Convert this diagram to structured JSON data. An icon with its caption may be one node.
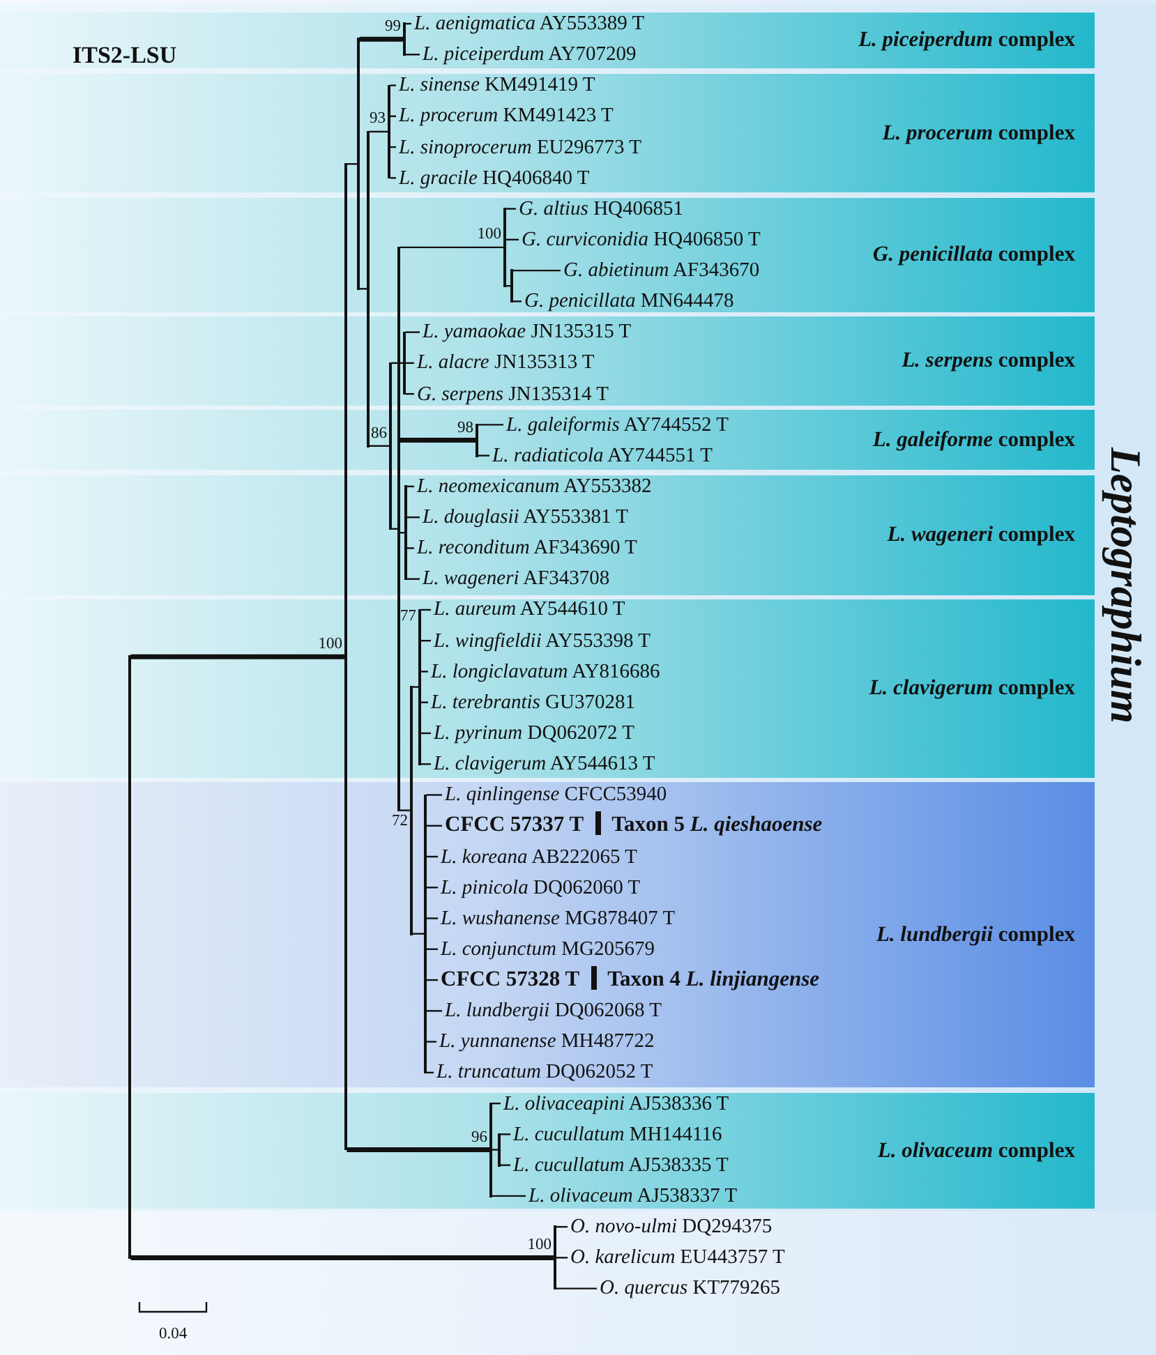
{
  "diagram": {
    "title": "ITS2-LSU",
    "nodes": [
      {
        "text": [
          "Leptographium"
        ]
      },
      {
        "text": [
          "*L. piceiperdum* complex"
        ],
        "in": 0
      },
      {
        "text": [
          "*L. aenigmatica* AY553389 T"
        ],
        "in": 1
      },
      {
        "text": [
          "*L. piceiperdum* AY707209"
        ],
        "in": 1
      },
      {
        "text": [
          "*L. procerum* complex"
        ],
        "in": 0
      },
      {
        "text": [
          "*L. sinense* KM491419 T"
        ],
        "in": 4
      },
      {
        "text": [
          "*L. procerum* KM491423 T"
        ],
        "in": 4
      },
      {
        "text": [
          "*L. sinoprocerum* EU296773 T"
        ],
        "in": 4
      },
      {
        "text": [
          "*L. gracile* HQ406840 T"
        ],
        "in": 4
      },
      {
        "text": [
          "*G. penicillata* complex"
        ],
        "in": 0
      },
      {
        "text": [
          "*G. altius* HQ406851"
        ],
        "in": 9
      },
      {
        "text": [
          "*G. curviconidia* HQ406850 T"
        ],
        "in": 9
      },
      {
        "text": [
          "*G. abietinum* AF343670"
        ],
        "in": 9
      },
      {
        "text": [
          "*G. penicillata* MN644478"
        ],
        "in": 9
      },
      {
        "text": [
          "*L. serpens* complex"
        ],
        "in": 0
      },
      {
        "text": [
          "*L. yamaokae* JN135315 T"
        ],
        "in": 14
      },
      {
        "text": [
          "*L. alacre* JN135313 T"
        ],
        "in": 14
      },
      {
        "text": [
          "*G. serpens* JN135314 T"
        ],
        "in": 14
      },
      {
        "text": [
          "*L. galeiforme* complex"
        ],
        "in": 0
      },
      {
        "text": [
          "*L. galeiformis* AY744552 T"
        ],
        "in": 18
      },
      {
        "text": [
          "*L. radiaticola* AY744551 T"
        ],
        "in": 18
      },
      {
        "text": [
          "*L. wageneri* complex"
        ],
        "in": 0
      },
      {
        "text": [
          "*L. neomexicanum* AY553382"
        ],
        "in": 21
      },
      {
        "text": [
          "*L. douglasii* AY553381 T"
        ],
        "in": 21
      },
      {
        "text": [
          "*L. reconditum* AF343690 T"
        ],
        "in": 21
      },
      {
        "text": [
          "*L. wageneri* AF343708"
        ],
        "in": 21
      },
      {
        "text": [
          "*L. clavigerum* complex"
        ],
        "in": 0
      },
      {
        "text": [
          "*L. aureum* AY544610 T"
        ],
        "in": 26
      },
      {
        "text": [
          "*L. wingfieldii* AY553398 T"
        ],
        "in": 26
      },
      {
        "text": [
          "*L. longiclavatum* AY816686"
        ],
        "in": 26
      },
      {
        "text": [
          "*L. terebrantis* GU370281"
        ],
        "in": 26
      },
      {
        "text": [
          "*L. pyrinum* DQ062072 T"
        ],
        "in": 26
      },
      {
        "text": [
          "*L. clavigerum* AY544613 T"
        ],
        "in": 26
      },
      {
        "text": [
          "*L. lundbergii* complex"
        ],
        "in": 0
      },
      {
        "text": [
          "*L. qinlingense* CFCC53940"
        ],
        "in": 33
      },
      {
        "text": [
          "CFCC 57337 T",
          "Taxon 5 *L. qieshaoense*"
        ],
        "in": 33
      },
      {
        "text": [
          "*L. koreana* AB222065 T"
        ],
        "in": 33
      },
      {
        "text": [
          "*L. pinicola* DQ062060 T"
        ],
        "in": 33
      },
      {
        "text": [
          "*L. wushanense* MG878407 T"
        ],
        "in": 33
      },
      {
        "text": [
          "*L. conjunctum* MG205679"
        ],
        "in": 33
      },
      {
        "text": [
          "CFCC 57328 T",
          "Taxon 4 *L. linjiangense*"
        ],
        "in": 33
      },
      {
        "text": [
          "*L. lundbergii* DQ062068 T"
        ],
        "in": 33
      },
      {
        "text": [
          "*L. yunnanense* MH487722"
        ],
        "in": 33
      },
      {
        "text": [
          "*L. truncatum* DQ062052 T"
        ],
        "in": 33
      },
      {
        "text": [
          "*L. olivaceum* complex"
        ],
        "in": 0
      },
      {
        "text": [
          "*L. olivaceapini* AJ538336 T"
        ],
        "in": 44
      },
      {
        "text": [
          "*L. cucullatum* MH144116"
        ],
        "in": 44
      },
      {
        "text": [
          "*L. cucullatum* AJ538335 T"
        ],
        "in": 44
      },
      {
        "text": [
          "*L. olivaceum* AJ538337 T"
        ],
        "in": 44
      },
      {
        "text": [
          "*O. novo-ulmi* DQ294375"
        ]
      },
      {
        "text": [
          "*O. karelicum* EU443757 T"
        ]
      },
      {
        "text": [
          "*O. quercus* KT779265"
        ]
      },
      {
        "text": [],
        "shape": "bar"
      },
      {
        "text": [],
        "shape": "bar",
        "in": 0
      },
      {
        "text": [],
        "shape": "bar",
        "in": 0
      },
      {
        "text": [],
        "shape": "bar",
        "in": 0
      },
      {
        "text": [],
        "shape": "bar",
        "in": 4
      },
      {
        "text": [],
        "shape": "bar",
        "in": 0
      },
      {
        "text": [],
        "shape": "bar",
        "in": 0
      },
      {
        "text": [],
        "shape": "bar",
        "in": 1
      },
      {
        "text": [],
        "shape": "bar",
        "in": 14
      },
      {
        "text": [],
        "shape": "bar",
        "in": 21
      },
      {
        "text": [],
        "shape": "bar",
        "in": 0
      },
      {
        "text": [],
        "shape": "bar",
        "in": 26
      },
      {
        "text": [],
        "shape": "bar",
        "in": 33
      },
      {
        "text": [],
        "shape": "bar",
        "in": 18
      },
      {
        "text": [],
        "shape": "bar",
        "in": 44
      },
      {
        "text": [],
        "shape": "bar",
        "in": 44
      },
      {
        "text": [],
        "shape": "bar",
        "in": 9
      },
      {
        "text": [],
        "shape": "bar",
        "in": 9
      },
      {
        "text": [],
        "shape": "bar"
      }
    ],
    "edges": [
      {
        "from": 52,
        "to": 53,
        "arrow": "none",
        "style": "thick"
      },
      {
        "from": 52,
        "to": 70,
        "arrow": "none",
        "style": "thick"
      },
      {
        "from": 53,
        "to": 54,
        "arrow": "none"
      },
      {
        "from": 53,
        "to": 66,
        "arrow": "none",
        "style": "thick"
      },
      {
        "from": 54,
        "to": 59,
        "arrow": "none",
        "style": "thick"
      },
      {
        "from": 54,
        "to": 55,
        "arrow": "none"
      },
      {
        "from": 55,
        "to": 56,
        "arrow": "none"
      },
      {
        "from": 55,
        "to": 57,
        "arrow": "none"
      },
      {
        "from": 56,
        "to": 5,
        "arrow": "none"
      },
      {
        "from": 56,
        "to": 6,
        "arrow": "none"
      },
      {
        "from": 56,
        "to": 7,
        "arrow": "none"
      },
      {
        "from": 56,
        "to": 8,
        "arrow": "none"
      },
      {
        "from": 57,
        "to": 60,
        "arrow": "none"
      },
      {
        "from": 57,
        "to": 58,
        "arrow": "none"
      },
      {
        "from": 58,
        "to": 68,
        "arrow": "none"
      },
      {
        "from": 58,
        "to": 65,
        "arrow": "none",
        "style": "thick"
      },
      {
        "from": 58,
        "to": 61,
        "arrow": "none"
      },
      {
        "from": 58,
        "to": 62,
        "arrow": "none"
      },
      {
        "from": 59,
        "to": 2,
        "arrow": "none"
      },
      {
        "from": 59,
        "to": 3,
        "arrow": "none"
      },
      {
        "from": 60,
        "to": 15,
        "arrow": "none"
      },
      {
        "from": 60,
        "to": 16,
        "arrow": "none"
      },
      {
        "from": 60,
        "to": 17,
        "arrow": "none"
      },
      {
        "from": 61,
        "to": 22,
        "arrow": "none"
      },
      {
        "from": 61,
        "to": 23,
        "arrow": "none"
      },
      {
        "from": 61,
        "to": 24,
        "arrow": "none"
      },
      {
        "from": 61,
        "to": 25,
        "arrow": "none"
      },
      {
        "from": 62,
        "to": 63,
        "arrow": "none"
      },
      {
        "from": 62,
        "to": 64,
        "arrow": "none"
      },
      {
        "from": 63,
        "to": 27,
        "arrow": "none"
      },
      {
        "from": 63,
        "to": 28,
        "arrow": "none"
      },
      {
        "from": 63,
        "to": 29,
        "arrow": "none"
      },
      {
        "from": 63,
        "to": 30,
        "arrow": "none"
      },
      {
        "from": 63,
        "to": 31,
        "arrow": "none"
      },
      {
        "from": 63,
        "to": 32,
        "arrow": "none"
      },
      {
        "from": 64,
        "to": 34,
        "arrow": "none"
      },
      {
        "from": 64,
        "to": 35,
        "arrow": "none"
      },
      {
        "from": 64,
        "to": 36,
        "arrow": "none"
      },
      {
        "from": 64,
        "to": 37,
        "arrow": "none"
      },
      {
        "from": 64,
        "to": 38,
        "arrow": "none"
      },
      {
        "from": 64,
        "to": 39,
        "arrow": "none"
      },
      {
        "from": 64,
        "to": 40,
        "arrow": "none"
      },
      {
        "from": 64,
        "to": 41,
        "arrow": "none"
      },
      {
        "from": 64,
        "to": 42,
        "arrow": "none"
      },
      {
        "from": 64,
        "to": 43,
        "arrow": "none"
      },
      {
        "from": 65,
        "to": 19,
        "arrow": "none"
      },
      {
        "from": 65,
        "to": 20,
        "arrow": "none"
      },
      {
        "from": 66,
        "to": 45,
        "arrow": "none"
      },
      {
        "from": 66,
        "to": 67,
        "arrow": "none"
      },
      {
        "from": 66,
        "to": 48,
        "arrow": "none"
      },
      {
        "from": 67,
        "to": 46,
        "arrow": "none"
      },
      {
        "from": 67,
        "to": 47,
        "arrow": "none"
      },
      {
        "from": 68,
        "to": 10,
        "arrow": "none"
      },
      {
        "from": 68,
        "to": 11,
        "arrow": "none"
      },
      {
        "from": 68,
        "to": 69,
        "arrow": "none"
      },
      {
        "from": 69,
        "to": 12,
        "arrow": "none"
      },
      {
        "from": 69,
        "to": 13,
        "arrow": "none"
      },
      {
        "from": 70,
        "to": 49,
        "arrow": "none"
      },
      {
        "from": 70,
        "to": 50,
        "arrow": "none"
      },
      {
        "from": 70,
        "to": 51,
        "arrow": "none"
      }
    ],
    "labels": [
      "99",
      "93",
      "100",
      "86",
      "98",
      "77",
      "100",
      "72",
      "96",
      "100",
      "0.04"
    ]
  }
}
